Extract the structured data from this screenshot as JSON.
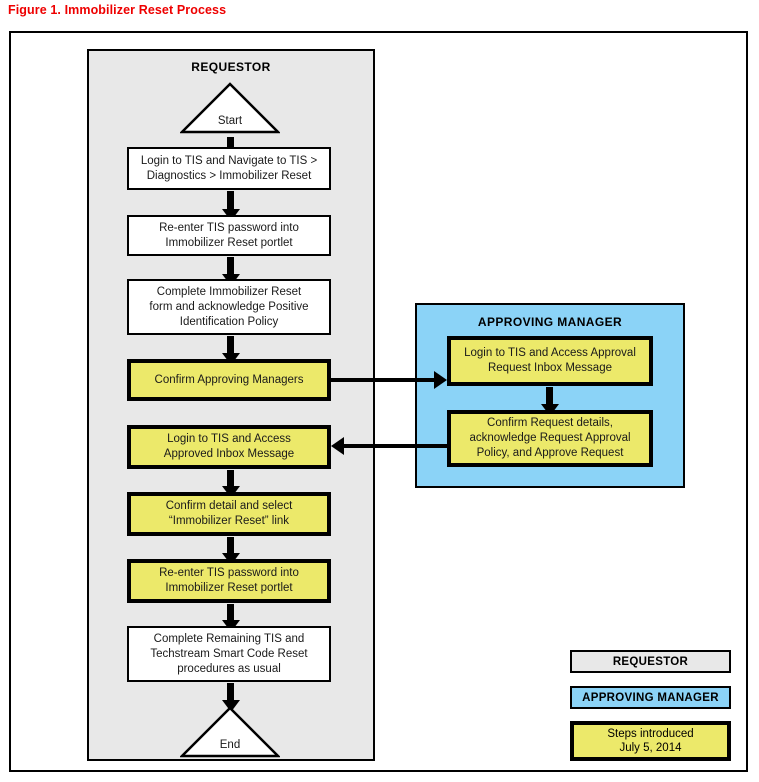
{
  "figure": {
    "title": "Figure 1.  Immobilizer Reset Process",
    "title_color": "#ee0000"
  },
  "colors": {
    "requestor_lane": "#e8e8e8",
    "manager_lane": "#8bd3f7",
    "highlight_step": "#ece96a",
    "plain_step": "#ffffff",
    "border": "#000000"
  },
  "lanes": {
    "requestor": {
      "title": "REQUESTOR",
      "nodes": [
        {
          "id": "start",
          "type": "terminator",
          "label": "Start"
        },
        {
          "id": "r1",
          "type": "process",
          "highlight": false,
          "label": "Login to TIS and Navigate to TIS >\nDiagnostics > Immobilizer Reset"
        },
        {
          "id": "r2",
          "type": "process",
          "highlight": false,
          "label": "Re-enter TIS password into\nImmobilizer Reset portlet"
        },
        {
          "id": "r3",
          "type": "process",
          "highlight": false,
          "label": "Complete Immobilizer Reset\nform and acknowledge Positive\nIdentification Policy"
        },
        {
          "id": "r4",
          "type": "process",
          "highlight": true,
          "label": "Confirm Approving Managers"
        },
        {
          "id": "r5",
          "type": "process",
          "highlight": true,
          "label": "Login to TIS and Access\nApproved Inbox Message"
        },
        {
          "id": "r6",
          "type": "process",
          "highlight": true,
          "label": "Confirm detail and select\n“Immobilizer Reset” link"
        },
        {
          "id": "r7",
          "type": "process",
          "highlight": true,
          "label": "Re-enter TIS password into\nImmobilizer Reset portlet"
        },
        {
          "id": "r8",
          "type": "process",
          "highlight": false,
          "label": "Complete Remaining TIS and\nTechstream Smart Code Reset\nprocedures as usual"
        },
        {
          "id": "end",
          "type": "terminator",
          "label": "End"
        }
      ]
    },
    "manager": {
      "title": "APPROVING MANAGER",
      "nodes": [
        {
          "id": "m1",
          "type": "process",
          "highlight": true,
          "label": "Login to TIS and Access Approval\nRequest Inbox Message"
        },
        {
          "id": "m2",
          "type": "process",
          "highlight": true,
          "label": "Confirm Request details,\nacknowledge Request Approval\nPolicy, and Approve Request"
        }
      ]
    }
  },
  "legend": {
    "requestor_label": "REQUESTOR",
    "manager_label": "APPROVING MANAGER",
    "steps_line1": "Steps introduced",
    "steps_line2": "July 5, 2014"
  }
}
